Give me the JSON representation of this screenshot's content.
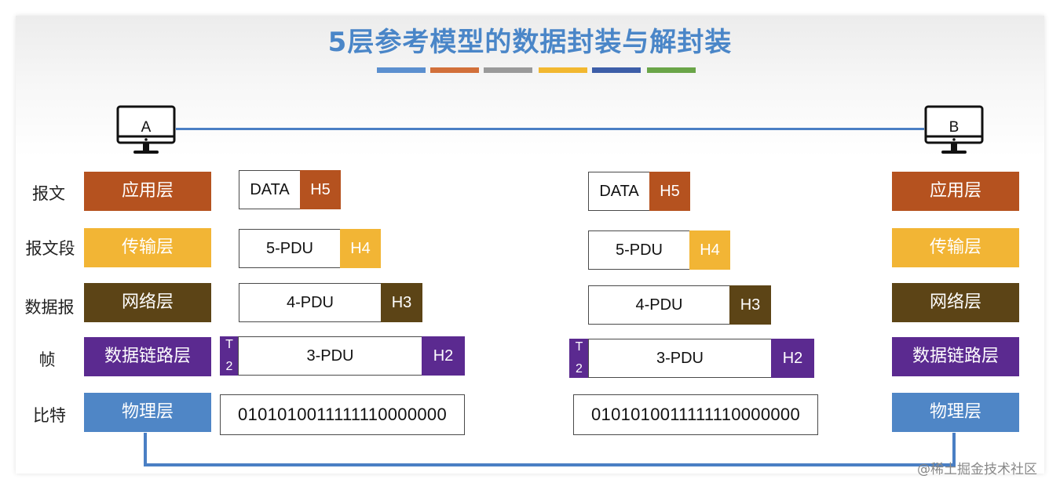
{
  "title": "5层参考模型的数据封装与解封装",
  "colors": {
    "title": "#4a86c8",
    "link": "#4a7fc4",
    "stripes": [
      "#5b8fcf",
      "#d2703a",
      "#9a9a9a",
      "#f2b830",
      "#3d5ea8",
      "#6aa548"
    ],
    "application": "#b5521f",
    "transport": "#f2b535",
    "network": "#5c4416",
    "datalink": "#5b2a90",
    "physical": "#4f86c6"
  },
  "hosts": {
    "a": {
      "label": "A",
      "icon": "monitor-icon"
    },
    "b": {
      "label": "B",
      "icon": "monitor-icon"
    }
  },
  "row_labels": {
    "application": "报文",
    "transport": "报文段",
    "network": "数据报",
    "datalink": "帧",
    "physical": "比特"
  },
  "layers": {
    "application": "应用层",
    "transport": "传输层",
    "network": "网络层",
    "datalink": "数据链路层",
    "physical": "物理层"
  },
  "pdus": {
    "application": {
      "data": "DATA",
      "header": "H5"
    },
    "transport": {
      "data": "5-PDU",
      "header": "H4"
    },
    "network": {
      "data": "4-PDU",
      "header": "H3"
    },
    "datalink": {
      "data": "3-PDU",
      "header": "H2",
      "trailer_top": "T",
      "trailer_bottom": "2"
    },
    "physical": {
      "bits": "0101010011111110000000"
    }
  },
  "watermark": "@稀土掘金技术社区"
}
